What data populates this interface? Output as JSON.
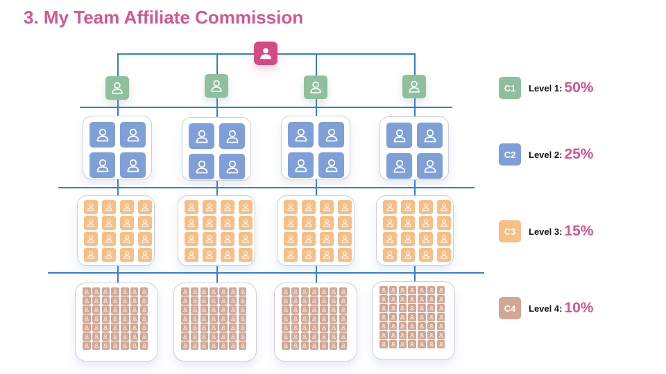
{
  "title": "3. My Team Affiliate Commission",
  "colors": {
    "accent": "#d4578e",
    "root": "#d44a82",
    "level1": "#8fbf9c",
    "level2": "#7f9fd9",
    "level3": "#f7bf86",
    "level4": "#d2a694",
    "connector": "#2f7fd3"
  },
  "diagram": {
    "root_icon": "person-icon",
    "branches": 4,
    "level_member_counts": [
      1,
      4,
      16,
      49
    ]
  },
  "legend": [
    {
      "badge": "C1",
      "label": "Level 1:",
      "percent": "50%",
      "color": "#8fbf9c"
    },
    {
      "badge": "C2",
      "label": "Level 2:",
      "percent": "25%",
      "color": "#7f9fd9"
    },
    {
      "badge": "C3",
      "label": "Level 3:",
      "percent": "15%",
      "color": "#f7bf86"
    },
    {
      "badge": "C4",
      "label": "Level 4:",
      "percent": "10%",
      "color": "#d2a694"
    }
  ]
}
